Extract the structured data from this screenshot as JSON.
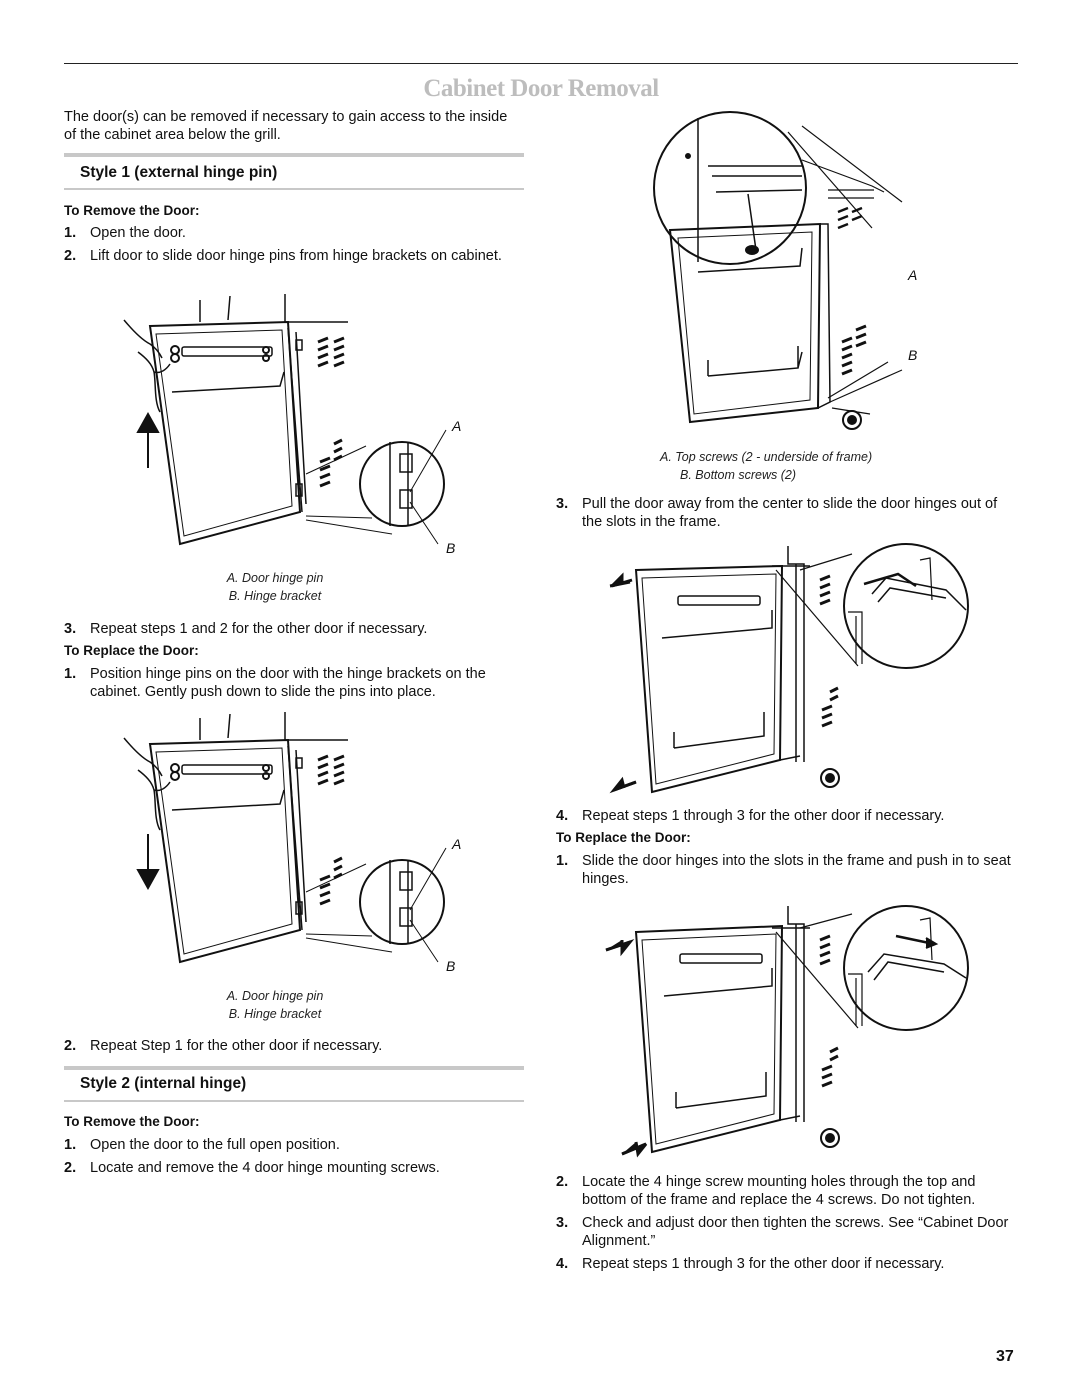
{
  "title": "Cabinet Door Removal",
  "intro": "The door(s) can be removed if necessary to gain access to the inside of the cabinet area below the grill.",
  "style1": {
    "heading": "Style 1 (external hinge pin)",
    "remove_heading": "To Remove the Door:",
    "remove_steps": [
      {
        "num": "1.",
        "text": "Open the door."
      },
      {
        "num": "2.",
        "text": "Lift door to slide door hinge pins from hinge brackets on cabinet."
      },
      {
        "num": "3.",
        "text": "Repeat steps 1 and 2 for the other door if necessary."
      }
    ],
    "fig1": {
      "label_a": "A",
      "label_b": "B",
      "caption_a": "A. Door hinge pin",
      "caption_b": "B. Hinge bracket"
    },
    "replace_heading": "To Replace the Door:",
    "replace_steps": [
      {
        "num": "1.",
        "text": "Position hinge pins on the door with the hinge brackets on the cabinet. Gently push down to slide the pins into place."
      },
      {
        "num": "2.",
        "text": "Repeat Step 1 for the other door if necessary."
      }
    ],
    "fig2": {
      "label_a": "A",
      "label_b": "B",
      "caption_a": "A. Door hinge pin",
      "caption_b": "B. Hinge bracket"
    }
  },
  "style2": {
    "heading": "Style 2 (internal hinge)",
    "remove_heading": "To Remove the Door:",
    "remove_steps": [
      {
        "num": "1.",
        "text": "Open the door to the full open position."
      },
      {
        "num": "2.",
        "text": "Locate and remove the 4 door hinge mounting screws."
      },
      {
        "num": "3.",
        "text": "Pull the door away from the center to slide the door hinges out of the slots in the frame."
      },
      {
        "num": "4.",
        "text": "Repeat steps 1 through 3 for the other door if necessary."
      }
    ],
    "fig3": {
      "label_a": "A",
      "label_b": "B",
      "caption_a": "A. Top screws (2 - underside of frame)",
      "caption_b": "B. Bottom screws (2)"
    },
    "replace_heading": "To Replace the Door:",
    "replace_steps": [
      {
        "num": "1.",
        "text": "Slide the door hinges into the slots in the frame and push in to seat hinges."
      },
      {
        "num": "2.",
        "text": "Locate the 4 hinge screw mounting holes through the top and bottom of the frame and replace the 4 screws. Do not tighten."
      },
      {
        "num": "3.",
        "text": "Check and adjust door then tighten the screws. See “Cabinet Door Alignment.”"
      },
      {
        "num": "4.",
        "text": "Repeat steps 1 through 3 for the other door if necessary."
      }
    ]
  },
  "page_number": "37"
}
